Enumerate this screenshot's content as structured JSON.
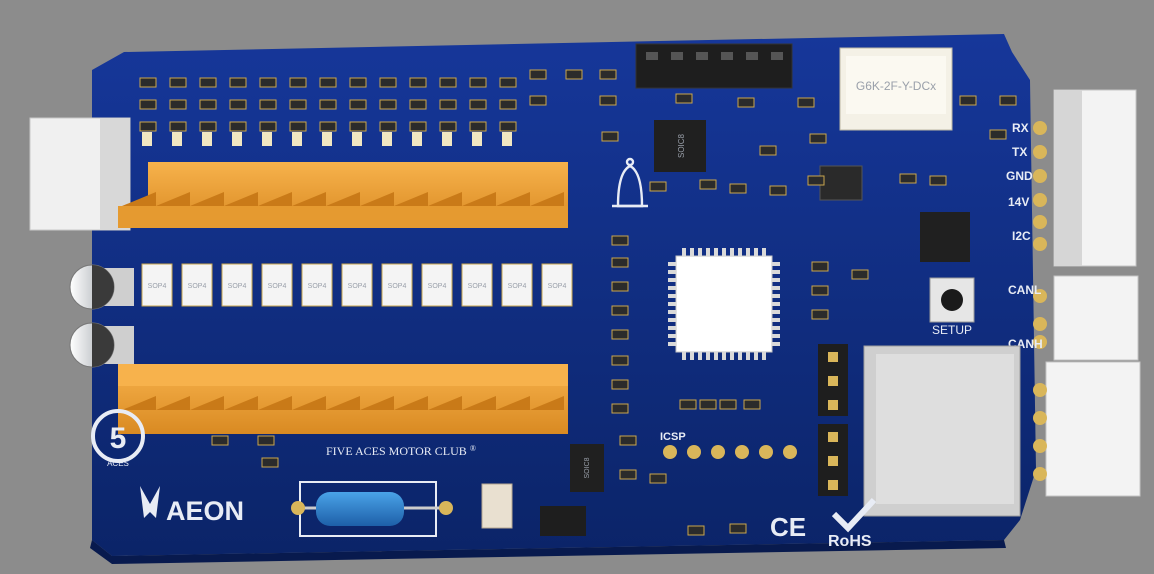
{
  "board": {
    "club_name": "FIVE ACES MOTOR CLUB",
    "registered_mark": "®",
    "brand_logo_text": "AEON",
    "emblem_number": "5",
    "emblem_text": "ACES"
  },
  "connector_labels": {
    "rx": "RX",
    "tx": "TX",
    "gnd": "GND",
    "v14": "14V",
    "i2c": "I2C",
    "canl": "CANL",
    "canh": "CANH"
  },
  "labels": {
    "setup": "SETUP",
    "icsp": "ICSP",
    "relay_part": "G6K-2F-Y-DCx",
    "ce_mark": "CE",
    "rohs_mark": "RoHS"
  },
  "components": {
    "optocoupler_marking": "SOP4",
    "optocoupler_count": 11,
    "soic_marking": "SOIC8"
  },
  "colors": {
    "pcb": "#0d2a7a",
    "terminal_block": "#f2a63b",
    "silkscreen": "#e8ecf5",
    "gold_pad": "#d9b65a",
    "background": "#8c8c8c"
  }
}
